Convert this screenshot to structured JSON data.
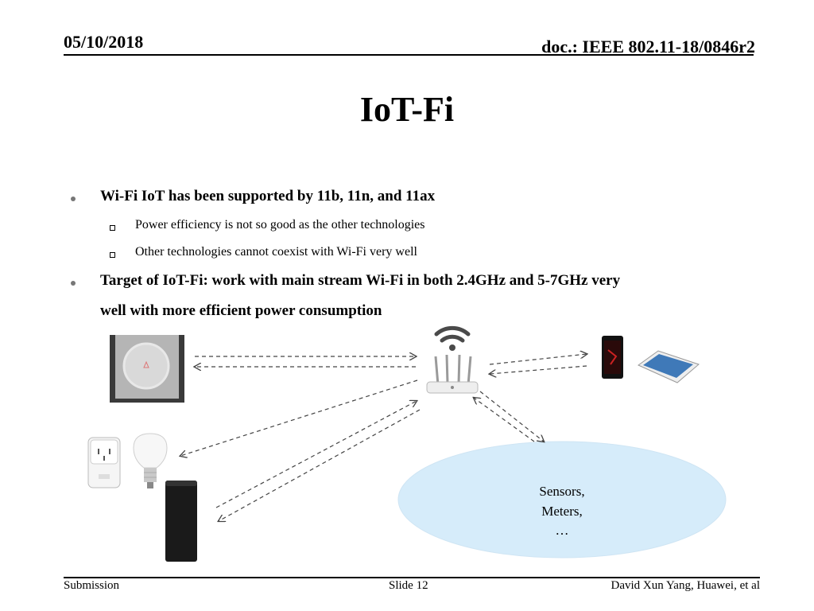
{
  "header": {
    "date": "05/10/2018",
    "doc": "doc.: IEEE 802.11-18/0846r2"
  },
  "title": "IoT-Fi",
  "bullets": [
    {
      "text": "Wi-Fi IoT has been supported by 11b, 11n, and 11ax",
      "subs": [
        "Power efficiency is not so good as the other technologies",
        "Other technologies cannot coexist with Wi-Fi very well"
      ]
    },
    {
      "text_line1": "Target of IoT-Fi: work with main stream Wi-Fi in both 2.4GHz and 5-7GHz very",
      "text_line2": "well with more efficient power consumption"
    }
  ],
  "diagram": {
    "cloud_lines": [
      "Sensors,",
      "Meters,",
      "…"
    ],
    "icons": [
      "smart-lock-icon",
      "wifi-router-icon",
      "smartphone-icon",
      "tablet-icon",
      "smart-plug-icon",
      "smart-bulb-icon",
      "smart-speaker-icon",
      "wifi-signal-icon"
    ],
    "colors": {
      "cloud_fill": "#d6ecfa",
      "arrow": "#444444"
    }
  },
  "footer": {
    "left": "Submission",
    "center": "Slide 12",
    "right": "David Xun Yang, Huawei, et al"
  }
}
